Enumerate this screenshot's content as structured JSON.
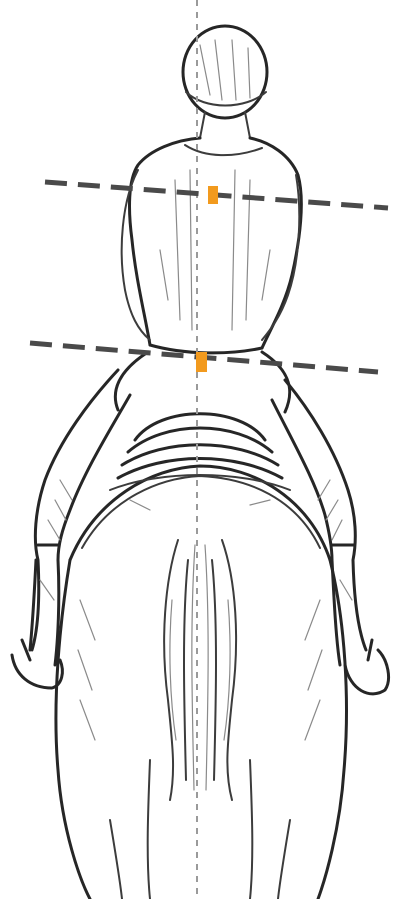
{
  "figure": {
    "subject": "rider-on-horse-rear-view",
    "colors": {
      "paper": "#ffffff",
      "pencil": "#3c3c3c",
      "centerline": "#9a9a9a",
      "alignment_line": "#4a4a4a",
      "marker": "#f29a1e"
    },
    "annotations": {
      "centerline": "vertical-spine-axis",
      "alignment_lines": [
        "shoulder-line",
        "hip-line"
      ],
      "markers": [
        "upper-back-marker",
        "seat-marker"
      ]
    }
  }
}
